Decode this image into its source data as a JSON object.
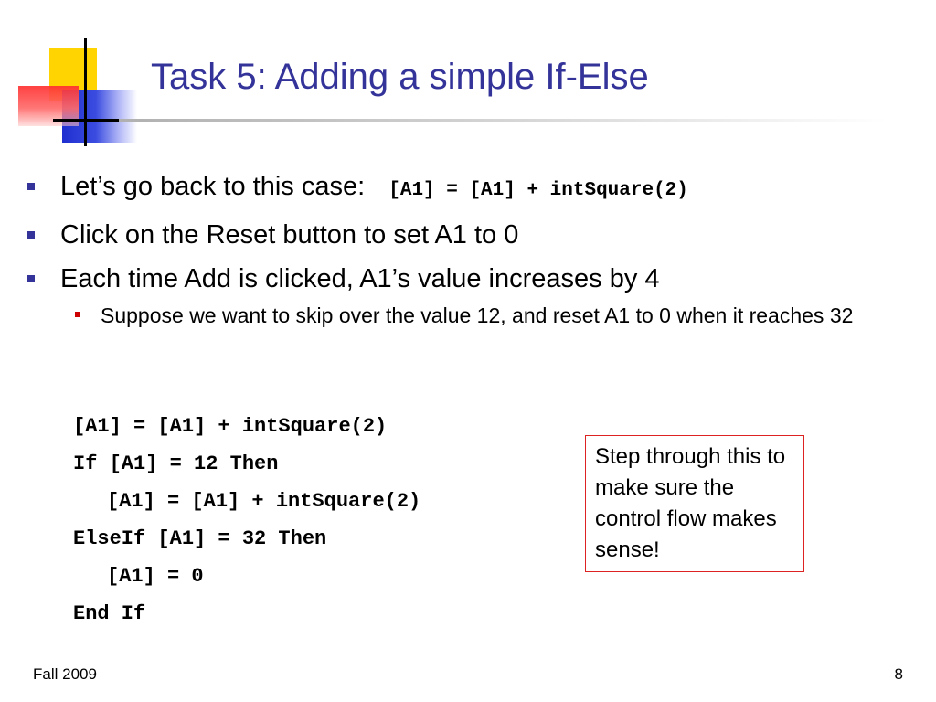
{
  "slide": {
    "title": "Task 5: Adding a simple If-Else",
    "bullets": [
      {
        "text": "Let’s go back to this case:",
        "code": "[A1] = [A1] + intSquare(2)"
      },
      {
        "text": "Click on the Reset button to set A1 to 0"
      },
      {
        "text": "Each time Add is clicked, A1’s value increases by 4"
      }
    ],
    "subbullets": [
      {
        "text": "Suppose we want to skip over the value 12, and reset A1 to 0 when it reaches 32"
      }
    ],
    "code_lines": [
      "[A1] = [A1] + intSquare(2)",
      "If [A1] = 12 Then",
      "[A1] = [A1] + intSquare(2)",
      "ElseIf [A1] = 32 Then",
      "[A1] = 0",
      "End If"
    ],
    "note": "Step through this to make sure the control flow makes sense!",
    "footer": {
      "left": "Fall 2009",
      "page_number": "8"
    }
  },
  "colors": {
    "title": "#333399",
    "bullet_marker": "#333399",
    "subbullet_marker": "#cc0000",
    "note_border": "#dd2222"
  }
}
